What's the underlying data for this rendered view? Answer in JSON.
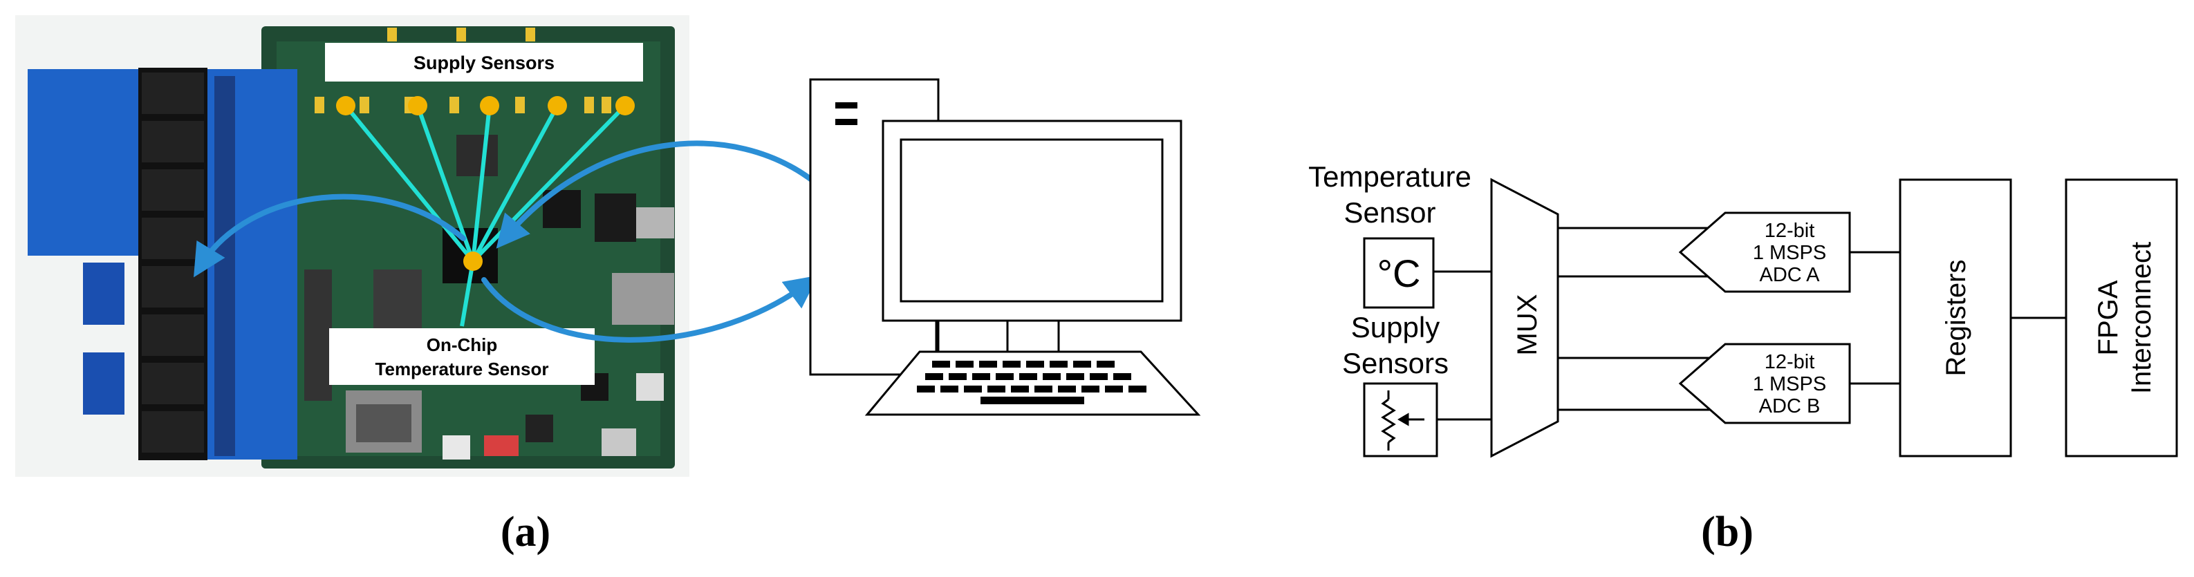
{
  "panel_a": {
    "supply_sensors_label": "Supply Sensors",
    "on_chip_label_line1": "On-Chip",
    "on_chip_label_line2": "Temperature Sensor",
    "caption_open": "(",
    "caption_letter": "a",
    "caption_close": ")"
  },
  "panel_b": {
    "temperature_sensor_line1": "Temperature",
    "temperature_sensor_line2": "Sensor",
    "celsius_symbol": "°C",
    "supply_sensors_line1": "Supply",
    "supply_sensors_line2": "Sensors",
    "mux_label": "MUX",
    "adc_a": [
      "12-bit",
      "1 MSPS",
      "ADC A"
    ],
    "adc_b": [
      "12-bit",
      "1 MSPS",
      "ADC B"
    ],
    "registers_label": "Registers",
    "fpga_line1": "FPGA",
    "fpga_line2": "Interconnect",
    "caption_open": "(",
    "caption_letter": "b",
    "caption_close": ")"
  },
  "colors": {
    "arrow_blue": "#2b8fd6",
    "sensor_line": "#22e0d4",
    "sensor_dot": "#f2b300",
    "board_green": "#1f4a33",
    "daughterboard_blue": "#1e63c8"
  }
}
